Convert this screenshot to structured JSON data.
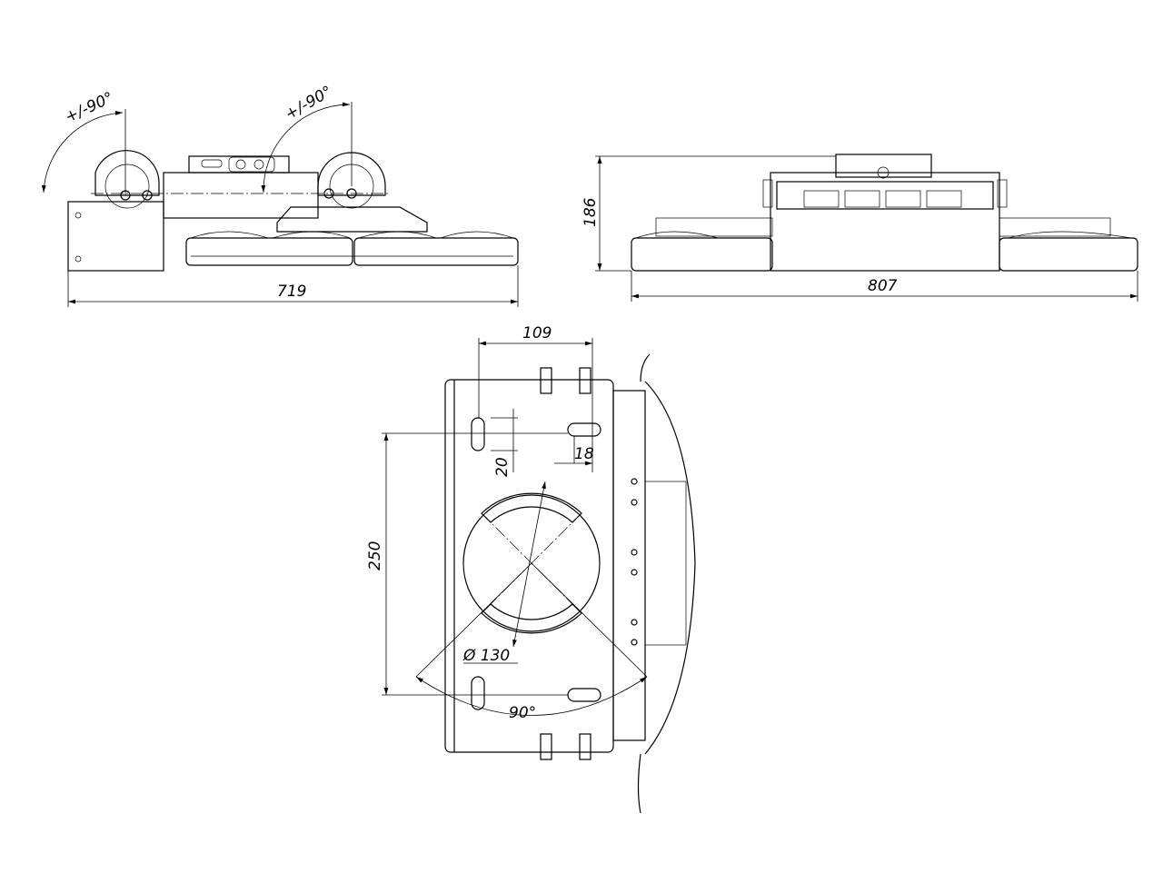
{
  "drawing": {
    "side_view": {
      "rotation_left": "+/-90°",
      "rotation_right": "+/-90°",
      "length": "719"
    },
    "front_view": {
      "height": "186",
      "length": "807"
    },
    "top_view": {
      "slot_spacing": "109",
      "slot_offset": "18",
      "slot_length": "20",
      "mount_spacing": "250",
      "hole_diameter": "Ø 130",
      "angle": "90°"
    }
  }
}
